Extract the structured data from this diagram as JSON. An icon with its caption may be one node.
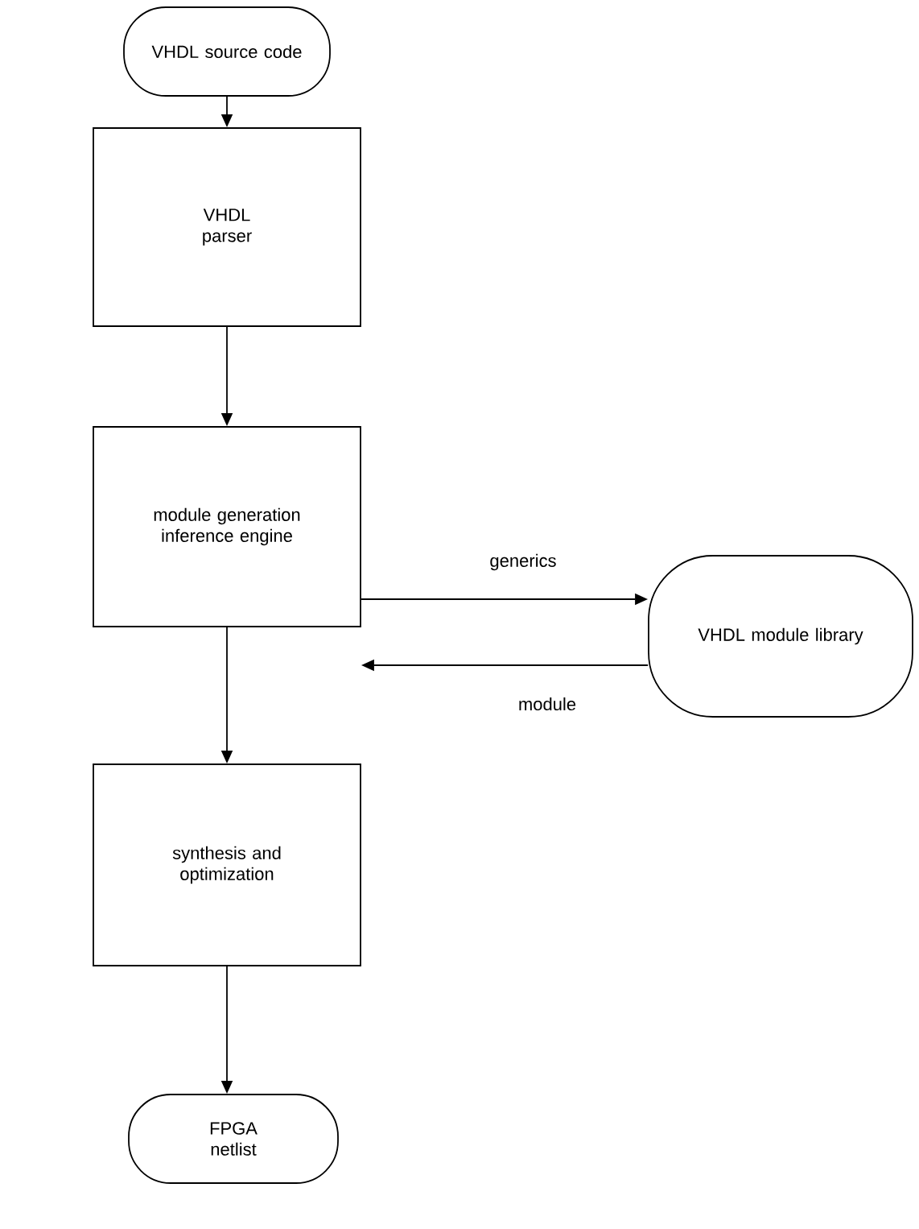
{
  "diagram": {
    "nodes": [
      {
        "text": [
          "VHDL source code"
        ]
      },
      {
        "text": [
          "VHDL parser"
        ]
      },
      {
        "text": [
          "module generation inference engine"
        ]
      },
      {
        "text": [
          "VHDL module library"
        ]
      },
      {
        "text": [
          "synthesis and optimization"
        ]
      },
      {
        "text": [
          "FPGA netlist"
        ]
      }
    ],
    "edges": [
      {
        "from": 0,
        "to": 1,
        "arrow": "to"
      },
      {
        "from": 1,
        "to": 2,
        "arrow": "to"
      },
      {
        "from": 2,
        "to": 3,
        "arrow": "to",
        "label": "generics"
      },
      {
        "from": 3,
        "to": 2,
        "arrow": "to",
        "label": "module"
      },
      {
        "from": 2,
        "to": 4,
        "arrow": "to"
      },
      {
        "from": 4,
        "to": 5,
        "arrow": "to"
      }
    ]
  }
}
